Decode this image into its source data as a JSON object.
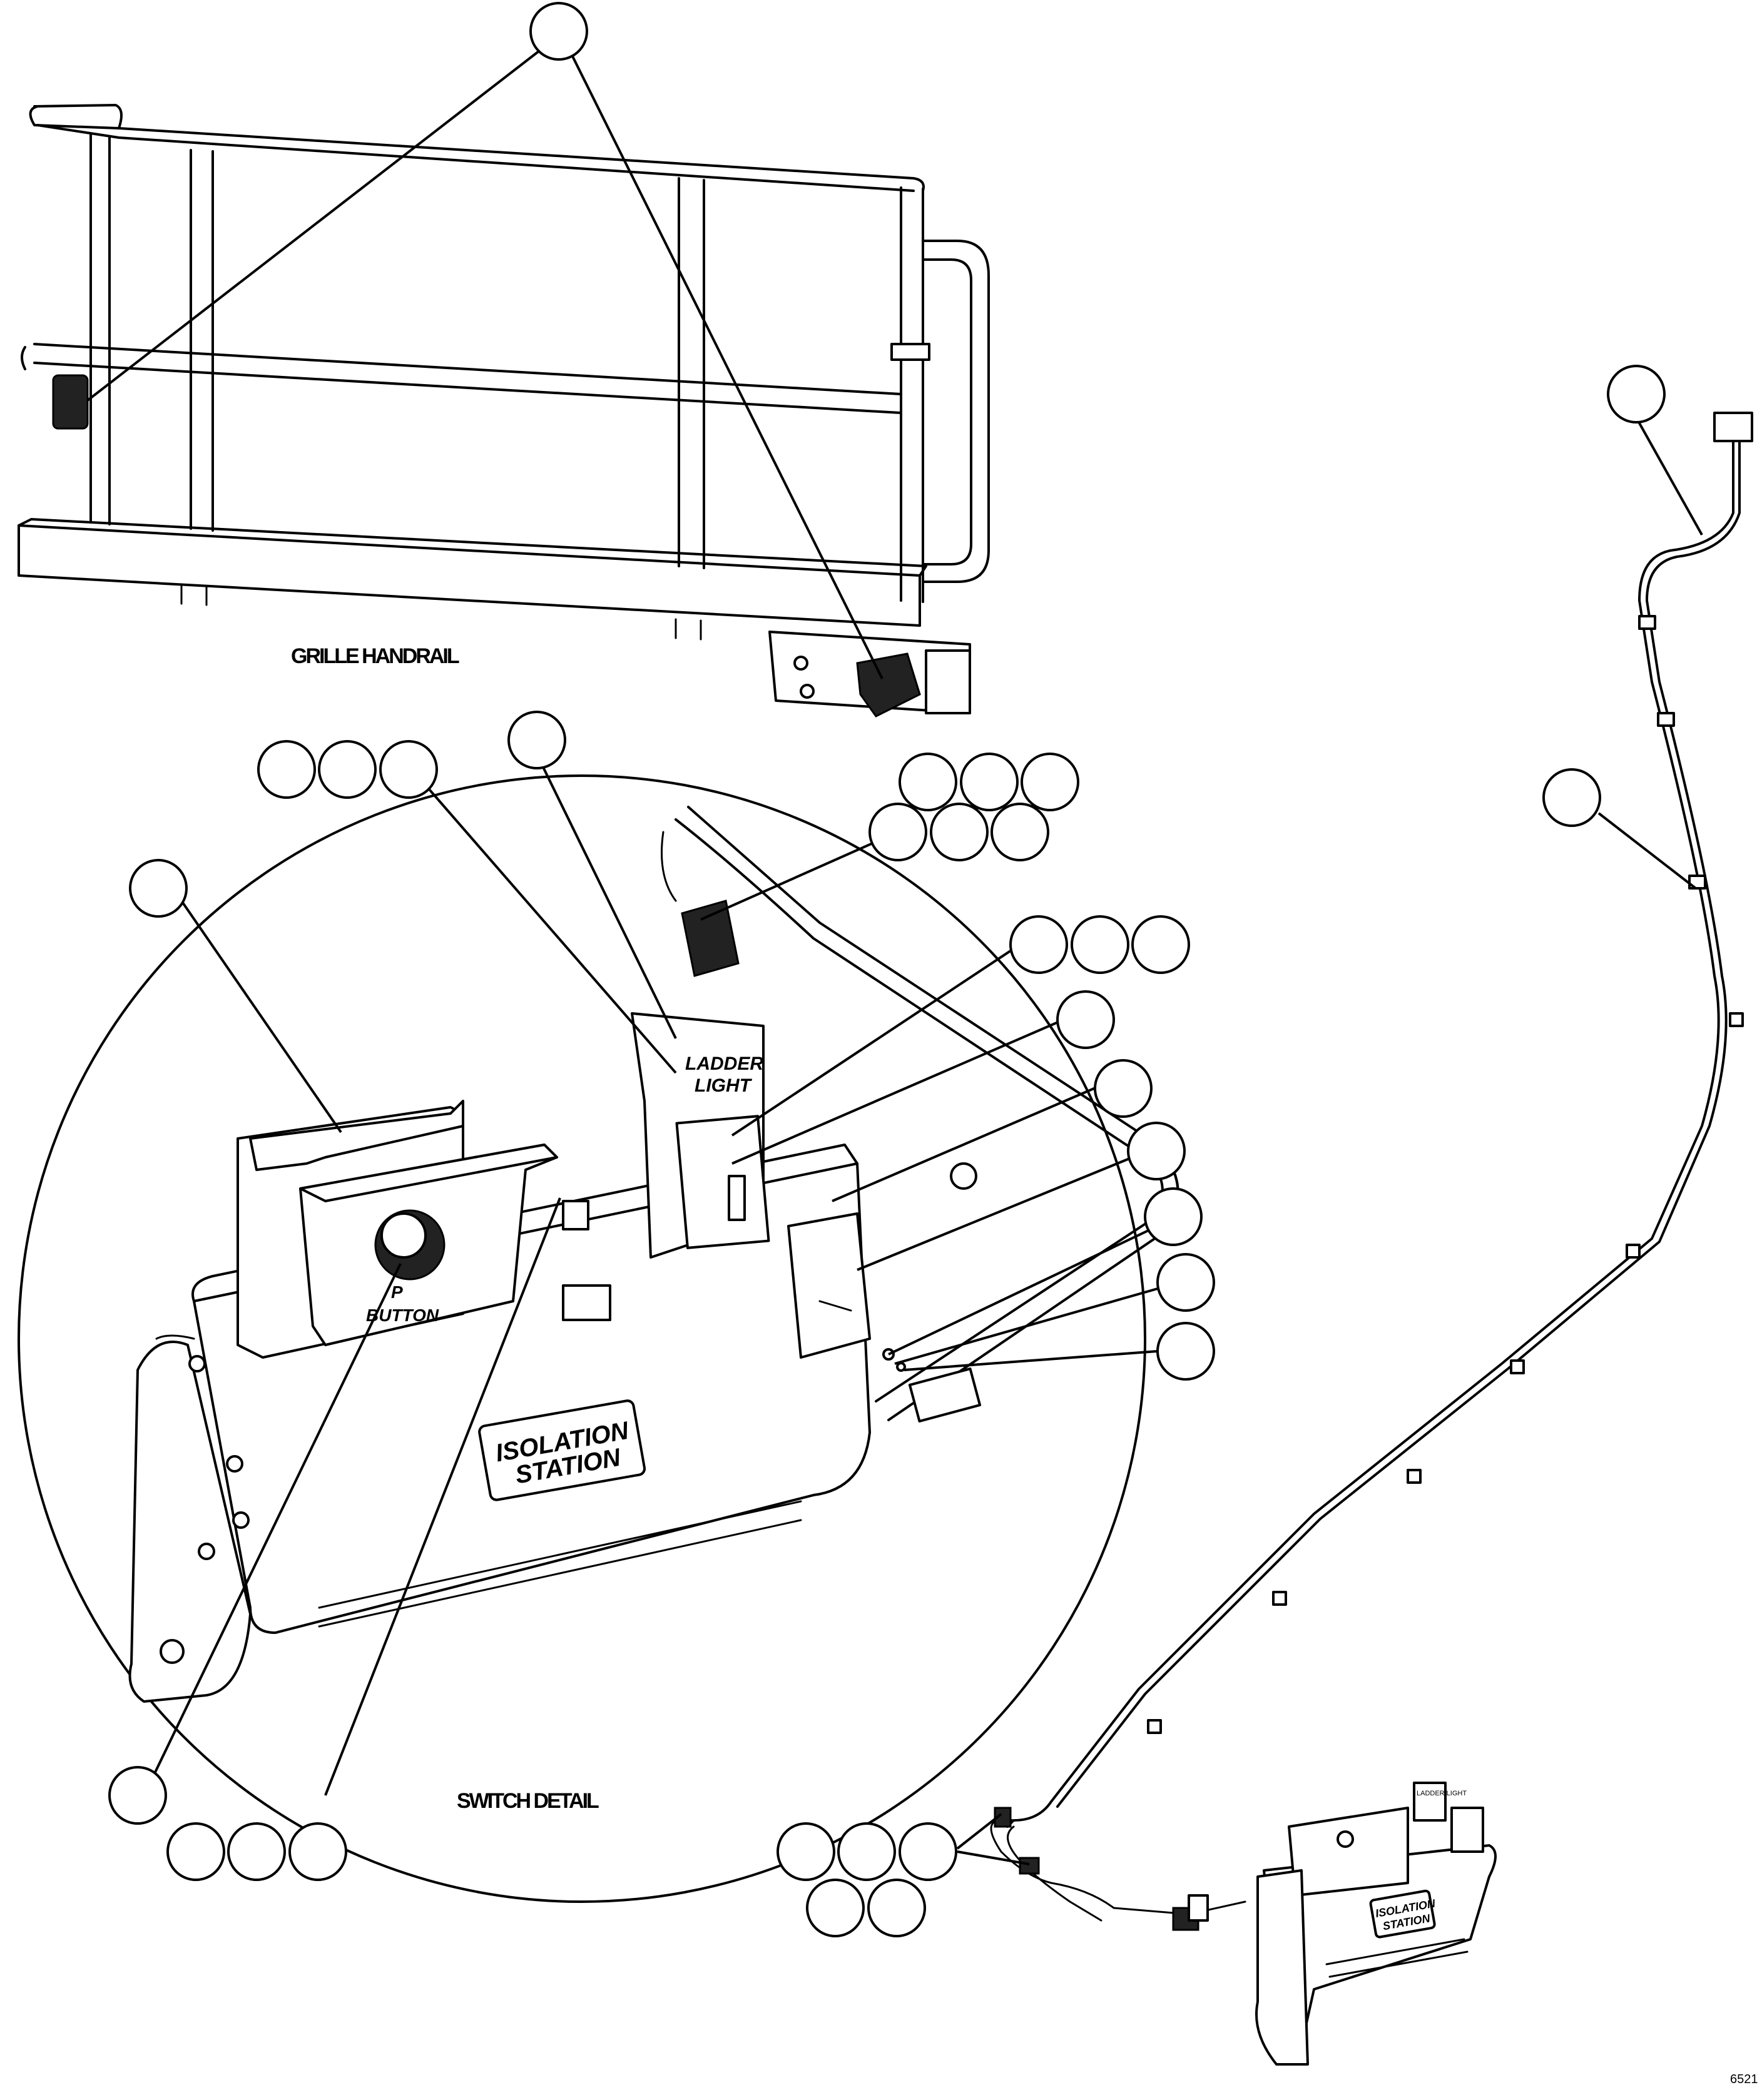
{
  "captions": {
    "grille_handrail": "GRILLE HANDRAIL",
    "switch_detail": "SWITCH DETAIL"
  },
  "decals": {
    "ladder_light_line1": "LADDER",
    "ladder_light_line2": "LIGHT",
    "push_button_line1": "P",
    "push_button_line2": "BUTTON",
    "isolation_station_line1": "ISOLATION",
    "isolation_station_line2": "STATION",
    "small_ladder_light": "LADDER LIGHT",
    "small_isolation_line1": "ISOLATION",
    "small_isolation_line2": "STATION"
  },
  "sheet_code": "6521"
}
